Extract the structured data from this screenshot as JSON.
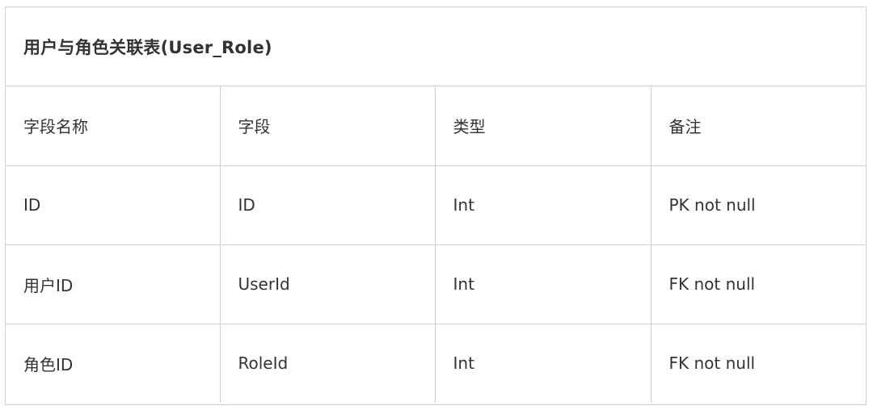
{
  "table": {
    "title": "用户与角色关联表(User_Role)",
    "headers": [
      "字段名称",
      "字段",
      "类型",
      "备注"
    ],
    "rows": [
      [
        "ID",
        "ID",
        "Int",
        "PK not null"
      ],
      [
        "用户ID",
        "UserId",
        "Int",
        "FK not null"
      ],
      [
        "角色ID",
        "RoleId",
        "Int",
        "FK not null"
      ]
    ]
  }
}
